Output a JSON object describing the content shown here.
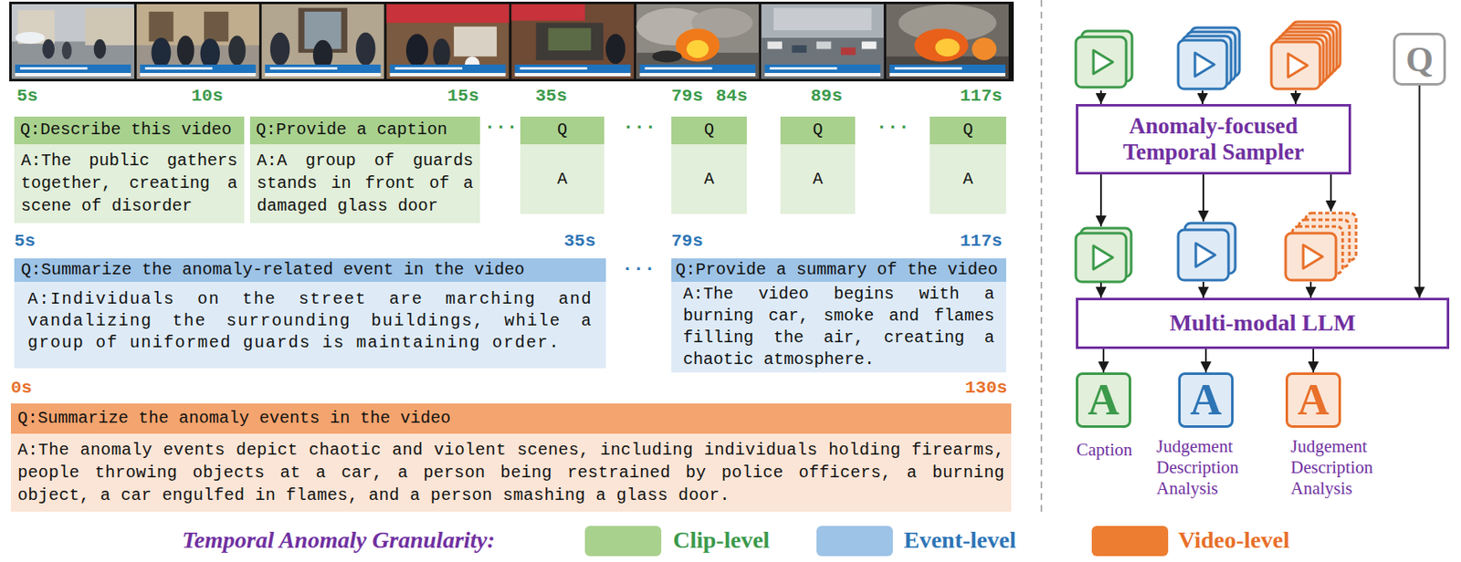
{
  "diagram": {
    "nodes": [
      {
        "text": [
          "Q:Describe this video",
          "A:The public gathers together, creating a scene of disorder"
        ]
      },
      {
        "text": [
          "Q:Provide a caption",
          "A:A group of guards stands in front of a damaged glass door"
        ]
      },
      {
        "text": [
          "Q",
          "A"
        ]
      },
      {
        "text": [
          "Q",
          "A"
        ]
      },
      {
        "text": [
          "Q",
          "A"
        ]
      },
      {
        "text": [
          "Q",
          "A"
        ]
      },
      {
        "text": [
          "Q:Summarize the anomaly-related event in the video",
          "A:Individuals on the street are marching and vandalizing the surrounding buildings, while a group of uniformed guards is maintaining order."
        ]
      },
      {
        "text": [
          "Q:Provide a summary of the video",
          "A:The video begins with a burning car, smoke and flames filling the air, creating a chaotic atmosphere."
        ]
      },
      {
        "text": [
          "Q:Summarize the anomaly events in the video",
          "A:The anomaly events depict chaotic and violent scenes, including individuals holding firearms, people throwing objects at a car, a person being restrained by police officers, a burning object, a car engulfed in flames, and a person smashing a glass door."
        ]
      },
      {
        "text": [
          "Q"
        ]
      },
      {
        "text": [
          "Anomaly-focused Temporal Sampler"
        ]
      },
      {
        "text": [
          "Multi-modal LLM"
        ]
      },
      {
        "text": [
          "A"
        ]
      },
      {
        "text": [
          "A"
        ]
      },
      {
        "text": [
          "A"
        ]
      }
    ],
    "edges": [
      {
        "from": 9,
        "to": 11,
        "arrow": "to"
      },
      {
        "from": 11,
        "to": 12,
        "arrow": "to"
      },
      {
        "from": 11,
        "to": 13,
        "arrow": "to"
      },
      {
        "from": 11,
        "to": 14,
        "arrow": "to"
      }
    ],
    "labels": [
      "5s",
      "10s",
      "15s",
      "···",
      "35s",
      "···",
      "79s",
      "84s",
      "89s",
      "···",
      "117s",
      "5s",
      "35s",
      "···",
      "79s",
      "117s",
      "0s",
      "130s",
      "Caption",
      "Judgement Description Analysis",
      "Judgement Description Analysis",
      "Temporal Anomaly Granularity:"
    ],
    "legend": [
      {
        "text": "Clip-level",
        "color": "#a9d18e"
      },
      {
        "text": "Event-level",
        "color": "#9dc3e6"
      },
      {
        "text": "Video-level",
        "color": "#ed7d31"
      }
    ]
  }
}
